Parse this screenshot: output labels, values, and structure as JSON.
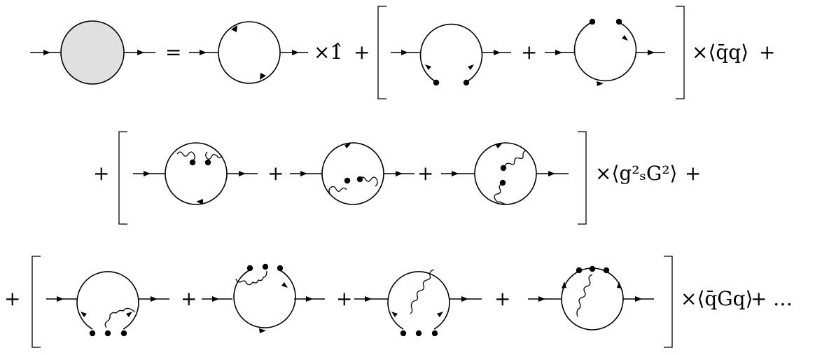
{
  "equation": {
    "equals": "=",
    "row1": {
      "unit_term": "×1̂",
      "plus_after_unit": "+",
      "plus_mid": "+",
      "condensate": "×⟨q̄q⟩",
      "plus_end": "+"
    },
    "row2": {
      "plus_lead": "+",
      "plus_mid_1": "+",
      "plus_mid_2": "+",
      "condensate": "×⟨g²ₛG²⟩",
      "plus_end": "+"
    },
    "row3": {
      "plus_lead": "+",
      "plus_mid_1": "+",
      "plus_mid_2": "+",
      "plus_mid_3": "+",
      "condensate": "×⟨q̄Gq⟩",
      "plus_end": "+",
      "ellipsis": "…"
    }
  },
  "colors": {
    "line": "#000000",
    "blob_fill": "#e0e0e0"
  }
}
